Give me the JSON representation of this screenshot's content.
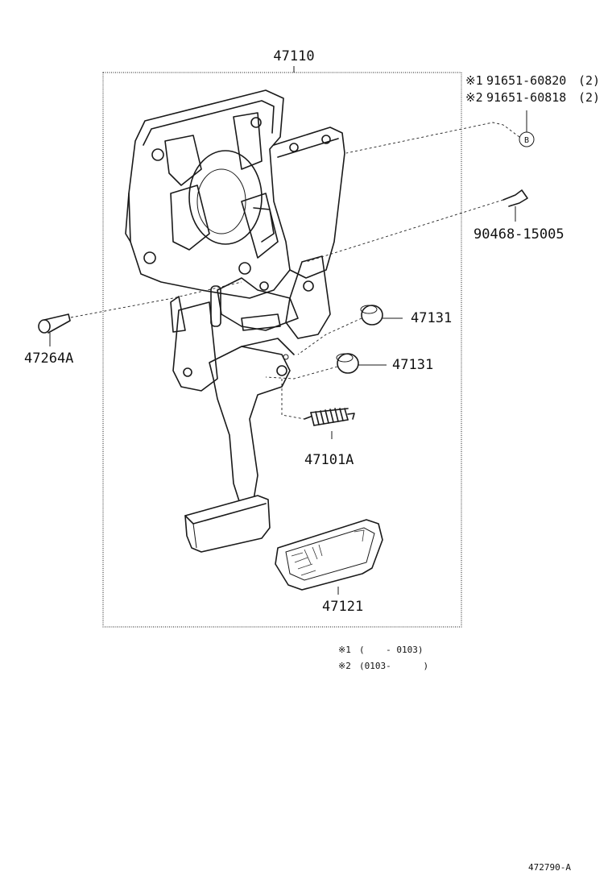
{
  "diagram": {
    "assembly_part": "47110",
    "callouts": {
      "bolt_1": {
        "mark": "※1",
        "part": "91651-60820",
        "qty": "(2)"
      },
      "bolt_2": {
        "mark": "※2",
        "part": "91651-60818",
        "qty": "(2)"
      },
      "bolt_marker": "B",
      "clip": "90468-15005",
      "pin": "47264A",
      "stopper_upper": "47131",
      "stopper_lower": "47131",
      "spring": "47101A",
      "pad": "47121"
    },
    "notes": [
      {
        "mark": "※1",
        "range": "(    - 0103)"
      },
      {
        "mark": "※2",
        "range": "(0103-      )"
      }
    ],
    "figure_ref": "472790-A"
  },
  "colors": {
    "ink": "#1a1a1a",
    "background": "#ffffff"
  }
}
